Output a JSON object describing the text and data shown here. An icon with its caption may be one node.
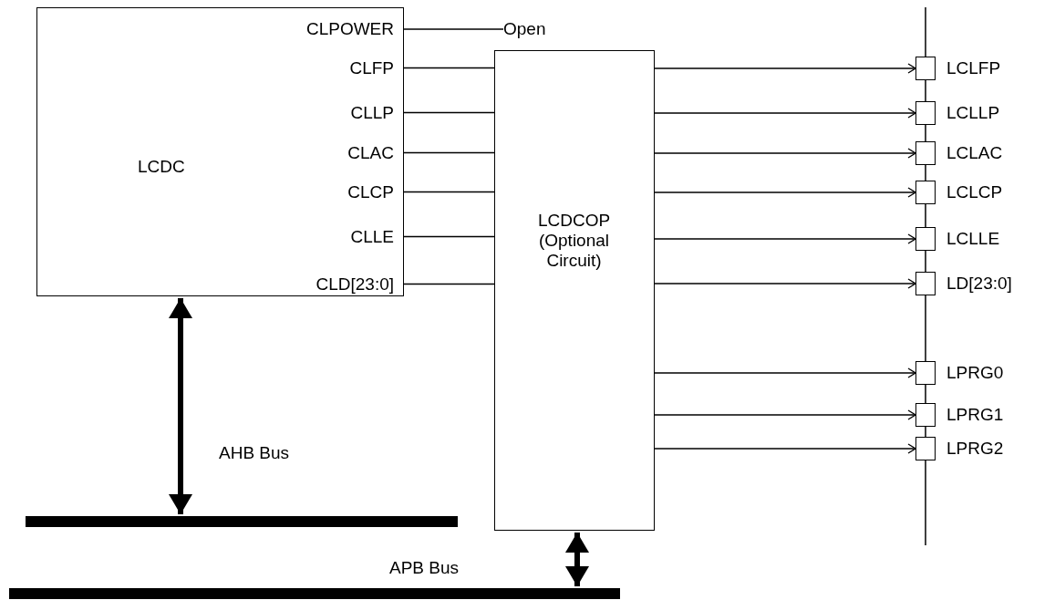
{
  "diagram": {
    "nodes": [
      {
        "text": [
          "LCDC"
        ]
      },
      {
        "text": [
          "CLPOWER"
        ],
        "in": 0
      },
      {
        "text": [
          "CLFP"
        ],
        "in": 0
      },
      {
        "text": [
          "CLLP"
        ],
        "in": 0
      },
      {
        "text": [
          "CLAC"
        ],
        "in": 0
      },
      {
        "text": [
          "CLCP"
        ],
        "in": 0
      },
      {
        "text": [
          "CLLE"
        ],
        "in": 0
      },
      {
        "text": [
          "CLD[23:0]"
        ],
        "in": 0
      },
      {
        "text": [
          "Open"
        ]
      },
      {
        "text": [
          "LCDCOP (Optional Circuit)"
        ]
      },
      {
        "text": [],
        "shape": "box",
        "beside": [
          "LCLFP"
        ]
      },
      {
        "text": [],
        "shape": "box",
        "beside": [
          "LCLLP"
        ]
      },
      {
        "text": [],
        "shape": "box",
        "beside": [
          "LCLAC"
        ]
      },
      {
        "text": [],
        "shape": "box",
        "beside": [
          "LCLCP"
        ]
      },
      {
        "text": [],
        "shape": "box",
        "beside": [
          "LCLLE"
        ]
      },
      {
        "text": [],
        "shape": "box",
        "beside": [
          "LD[23:0]"
        ]
      },
      {
        "text": [],
        "shape": "box",
        "beside": [
          "LPRG0"
        ]
      },
      {
        "text": [],
        "shape": "box",
        "beside": [
          "LPRG1"
        ]
      },
      {
        "text": [],
        "shape": "box",
        "beside": [
          "LPRG2"
        ]
      },
      {
        "text": [],
        "shape": "bar",
        "beside": [
          "AHB Bus"
        ]
      },
      {
        "text": [],
        "shape": "bar",
        "beside": [
          "APB Bus"
        ]
      }
    ],
    "edges": [
      {
        "from": 1,
        "to": 8,
        "arrow": "none"
      },
      {
        "from": 2,
        "to": 9,
        "arrow": "none"
      },
      {
        "from": 3,
        "to": 9,
        "arrow": "none"
      },
      {
        "from": 4,
        "to": 9,
        "arrow": "none"
      },
      {
        "from": 5,
        "to": 9,
        "arrow": "none"
      },
      {
        "from": 6,
        "to": 9,
        "arrow": "none"
      },
      {
        "from": 7,
        "to": 9,
        "arrow": "none"
      },
      {
        "from": 9,
        "to": 10,
        "arrow": "to"
      },
      {
        "from": 9,
        "to": 11,
        "arrow": "to"
      },
      {
        "from": 9,
        "to": 12,
        "arrow": "to"
      },
      {
        "from": 9,
        "to": 13,
        "arrow": "to"
      },
      {
        "from": 9,
        "to": 14,
        "arrow": "to"
      },
      {
        "from": 9,
        "to": 15,
        "arrow": "to"
      },
      {
        "from": 9,
        "to": 16,
        "arrow": "to"
      },
      {
        "from": 9,
        "to": 17,
        "arrow": "to"
      },
      {
        "from": 9,
        "to": 18,
        "arrow": "to"
      },
      {
        "from": 0,
        "to": 19,
        "arrow": "both",
        "style": "thick"
      },
      {
        "from": 9,
        "to": 20,
        "arrow": "both",
        "style": "thick"
      }
    ]
  }
}
